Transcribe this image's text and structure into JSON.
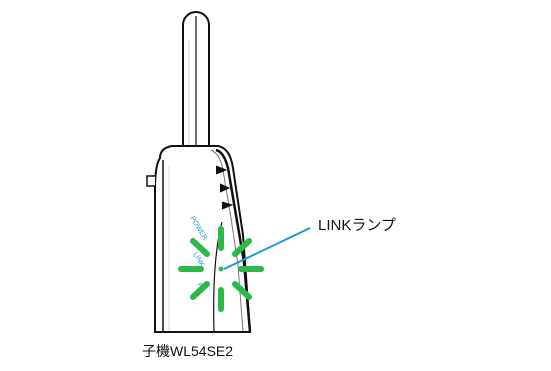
{
  "callout": {
    "label": "LINKランプ",
    "line_color": "#1a9ad6"
  },
  "device": {
    "caption": "子機WL54SE2",
    "led_labels": {
      "power": "POWER",
      "link": "LINK",
      "third": "A"
    },
    "indicator_text_color": "#1a9ad6"
  },
  "blink_indicator": {
    "color": "#2db84a",
    "state": "blinking"
  }
}
